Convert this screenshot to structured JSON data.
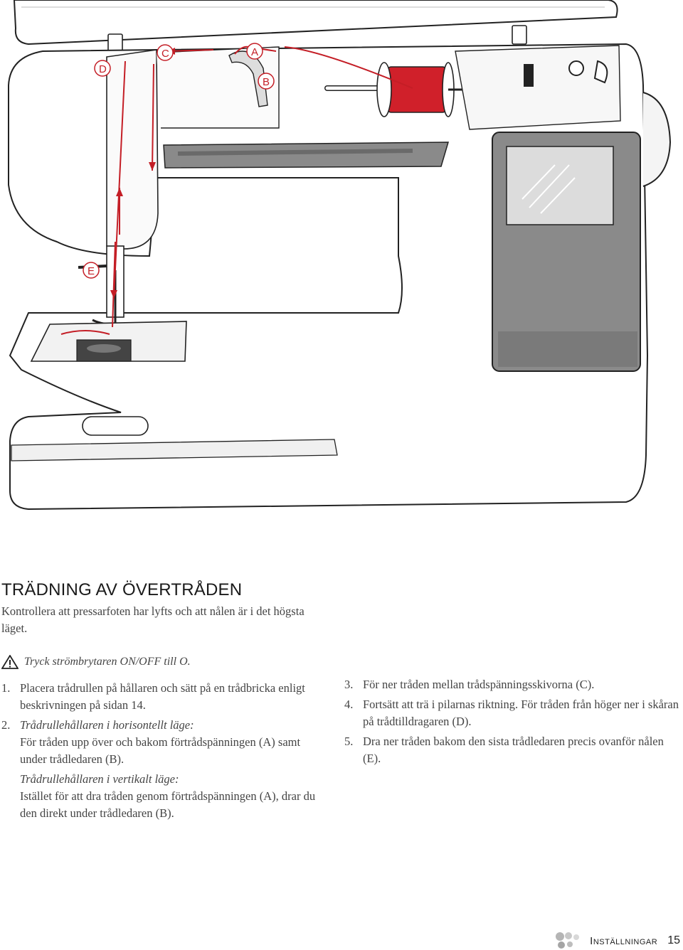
{
  "illustration": {
    "labels": {
      "a": "A",
      "b": "B",
      "c": "C",
      "d": "D",
      "e": "E"
    },
    "colors": {
      "thread": "#c41e26",
      "spool": "#d0202a",
      "outline": "#222222",
      "panel": "#8a8a8a",
      "screen": "#dcdcdc"
    }
  },
  "heading": "TRÄDNING AV ÖVERTRÅDEN",
  "intro": "Kontrollera att pressarfoten har lyfts och att nålen är i det högsta läget.",
  "warning": {
    "icon": "warning-triangle-icon",
    "text": "Tryck strömbrytaren ON/OFF till O."
  },
  "steps_left": [
    {
      "num": "1.",
      "text": "Placera trådrullen på hållaren och sätt på en trådbricka enligt beskrivningen på sidan 14."
    },
    {
      "num": "2.",
      "sub": "Trådrullehållaren i horisontellt läge:",
      "text": "För tråden upp över och bakom förtrådspänningen (A) samt under trådledaren (B)."
    }
  ],
  "subnote": {
    "sub": "Trådrullehållaren i vertikalt läge:",
    "text": "Istället för att dra tråden genom förtrådspänningen (A), drar du den direkt under trådledaren (B)."
  },
  "steps_right": [
    {
      "num": "3.",
      "text": "För ner tråden mellan trådspänningsskivorna (C)."
    },
    {
      "num": "4.",
      "text": "Fortsätt att trä i pilarnas riktning. För tråden från höger ner i skåran på trådtilldragaren (D)."
    },
    {
      "num": "5.",
      "text": "Dra ner tråden bakom den sista trådledaren precis ovanför nålen (E)."
    }
  ],
  "footer": {
    "section": "Inställningar",
    "page": "15"
  }
}
